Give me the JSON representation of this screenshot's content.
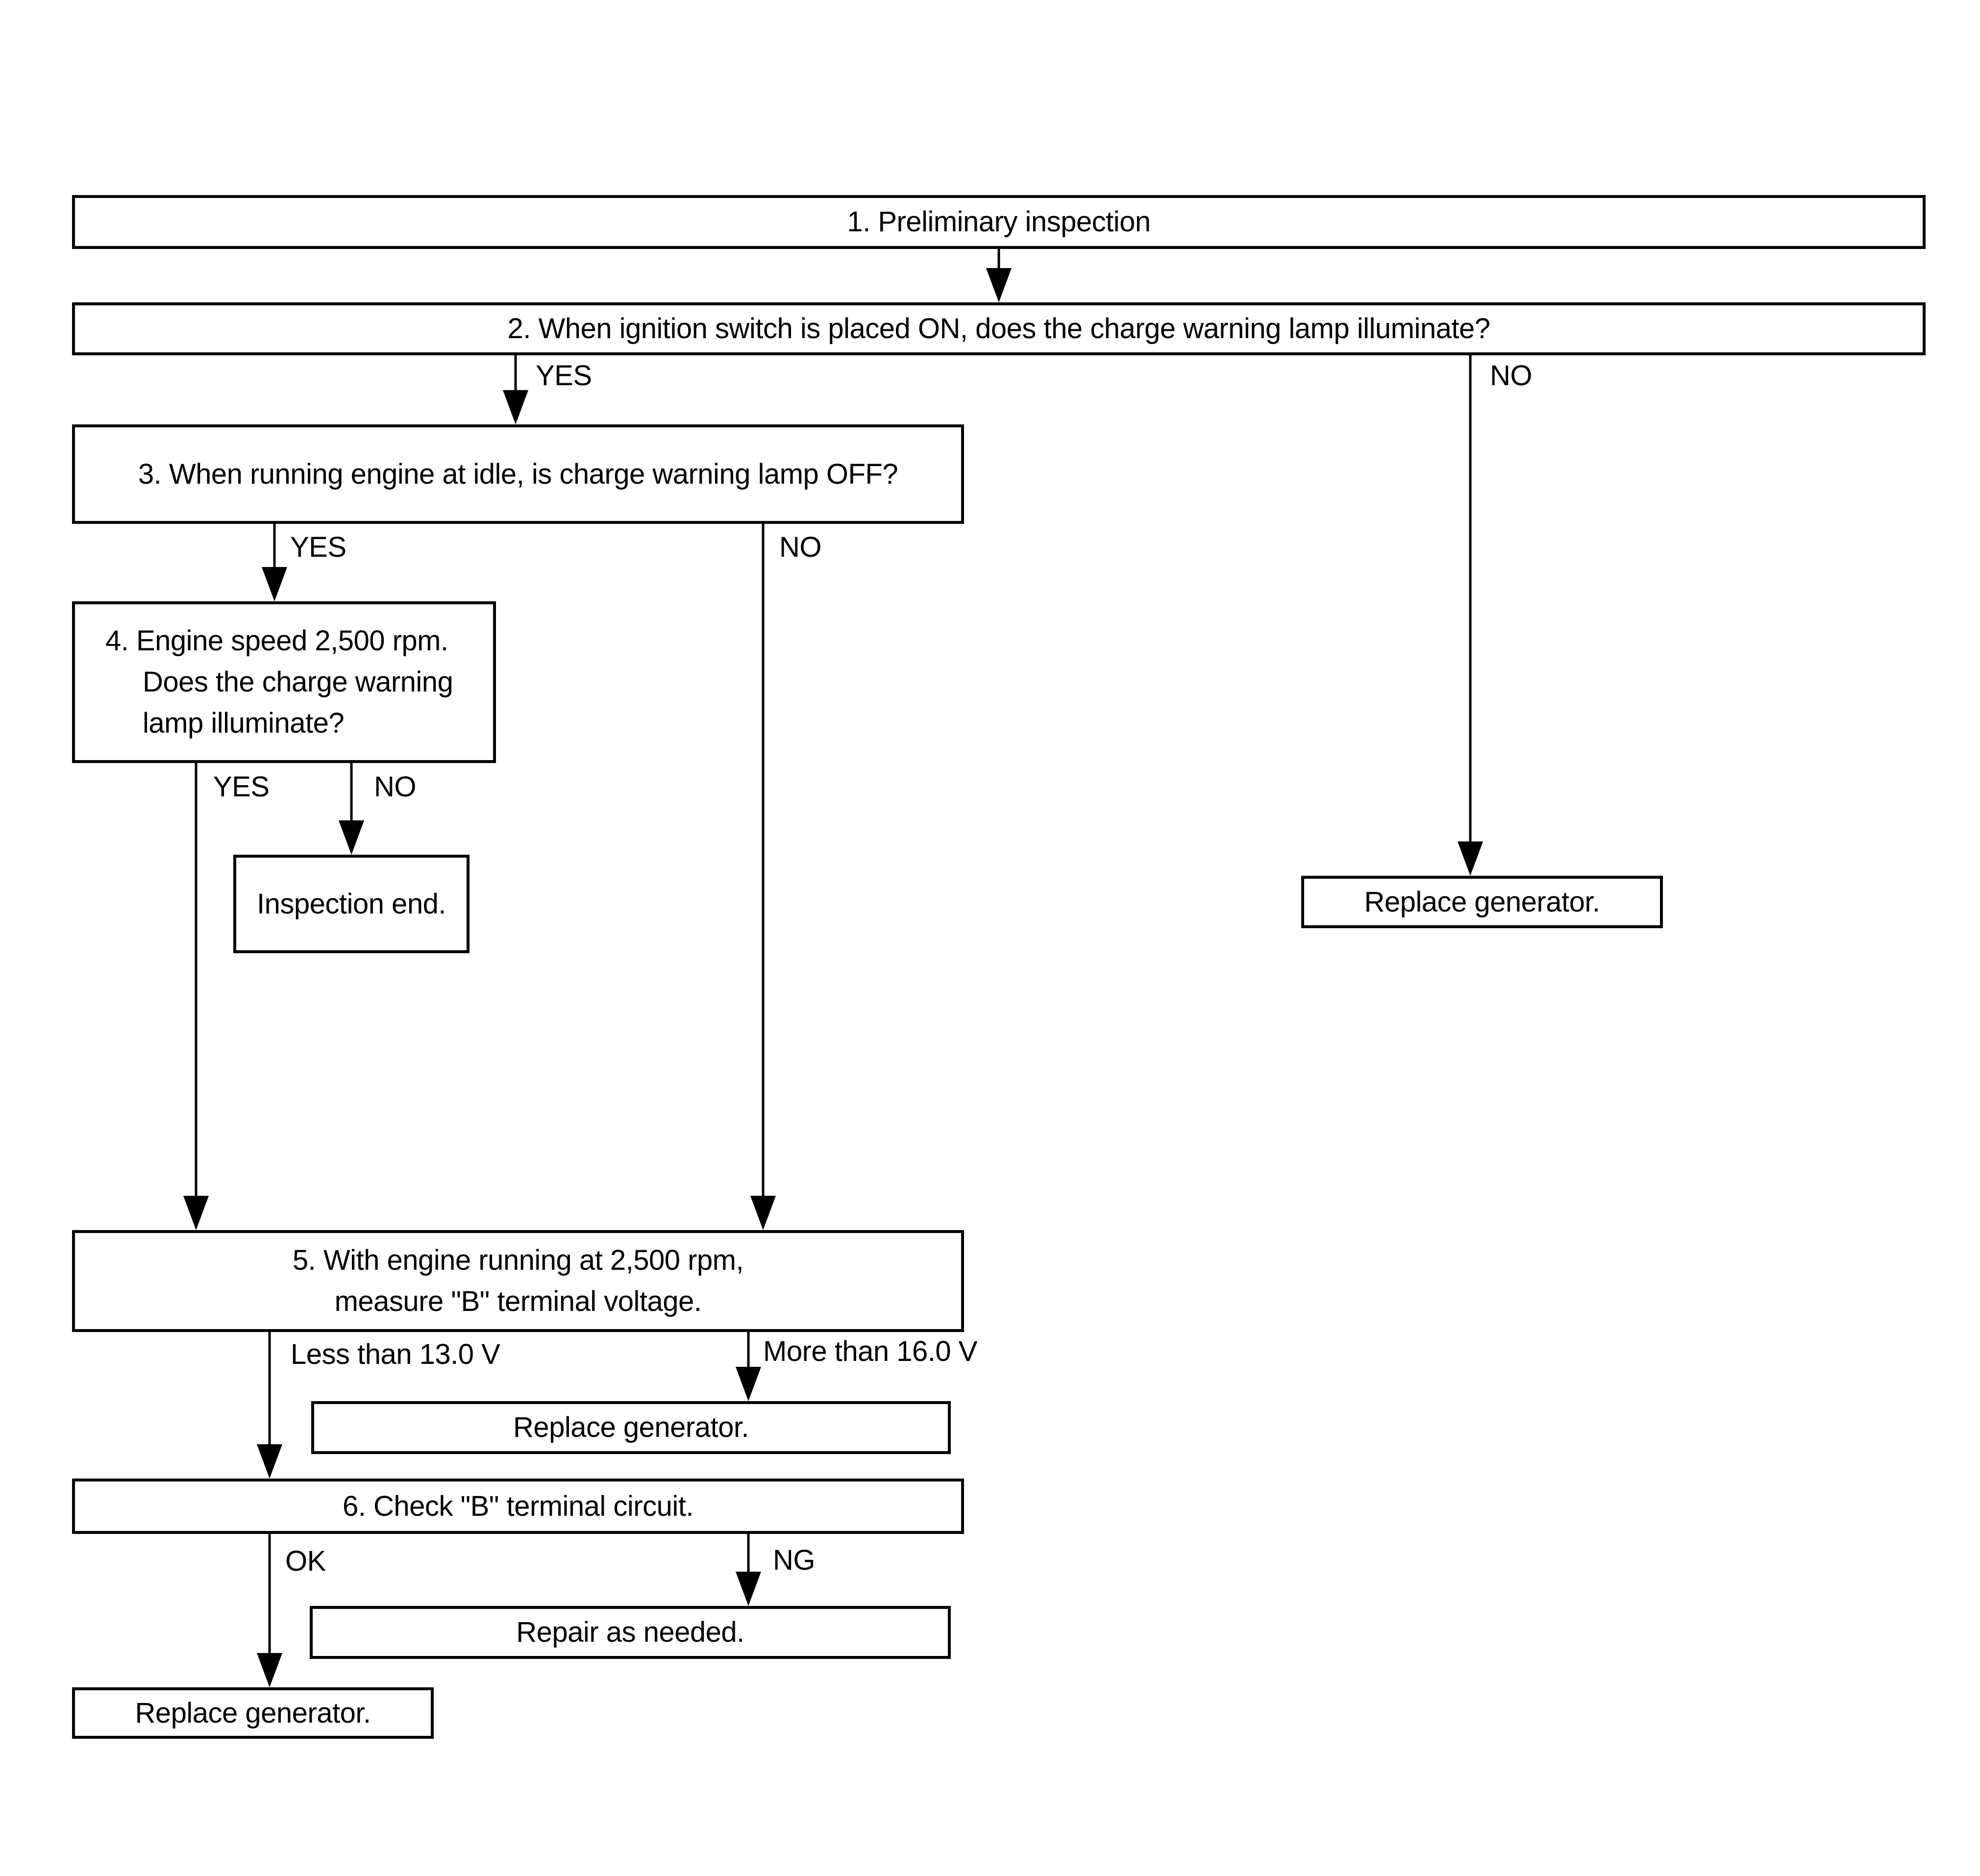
{
  "page": {
    "background_color": "#ffffff",
    "ink_color": "#000000"
  },
  "flowchart": {
    "nodes": {
      "step1": {
        "label": "1. Preliminary inspection"
      },
      "step2": {
        "label": "2. When ignition switch is placed ON, does the charge warning lamp illuminate?"
      },
      "step3": {
        "label": "3. When running engine at idle, is charge warning lamp OFF?"
      },
      "step4": {
        "lines": [
          "4. Engine speed 2,500 rpm.",
          "Does the charge warning",
          "lamp illuminate?"
        ]
      },
      "inspection_end": {
        "label": "Inspection end."
      },
      "step5": {
        "lines": [
          "5. With engine running at 2,500 rpm,",
          "measure \"B\" terminal voltage."
        ]
      },
      "replace_generator_right": {
        "label": "Replace generator."
      },
      "replace_generator_mid": {
        "label": "Replace generator."
      },
      "step6": {
        "label": "6. Check \"B\" terminal circuit."
      },
      "repair": {
        "label": "Repair as needed."
      },
      "replace_generator_bottom": {
        "label": "Replace generator."
      }
    },
    "edges": [
      {
        "from": "step1",
        "to": "step2",
        "label": ""
      },
      {
        "from": "step2",
        "to": "step3",
        "label": "YES"
      },
      {
        "from": "step2",
        "to": "replace_generator_right",
        "label": "NO"
      },
      {
        "from": "step3",
        "to": "step4",
        "label": "YES"
      },
      {
        "from": "step3",
        "to": "step5",
        "label": "NO"
      },
      {
        "from": "step4",
        "to": "step5",
        "label": "YES"
      },
      {
        "from": "step4",
        "to": "inspection_end",
        "label": "NO"
      },
      {
        "from": "step5",
        "to": "step6",
        "label": "Less than 13.0 V"
      },
      {
        "from": "step5",
        "to": "replace_generator_mid",
        "label": "More than 16.0 V"
      },
      {
        "from": "step6",
        "to": "replace_generator_bottom",
        "label": "OK"
      },
      {
        "from": "step6",
        "to": "repair",
        "label": "NG"
      }
    ]
  }
}
